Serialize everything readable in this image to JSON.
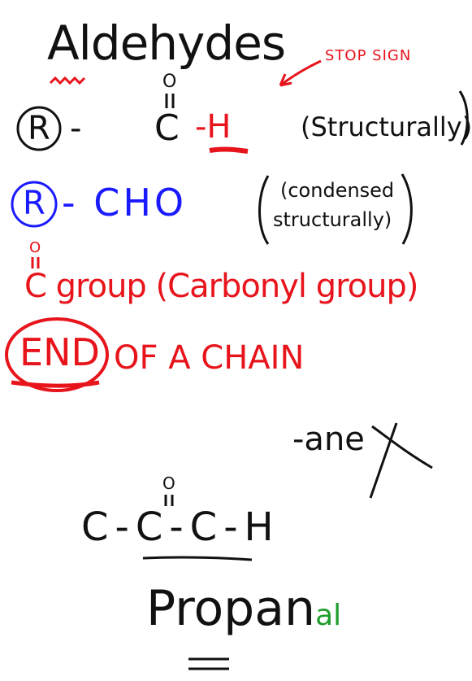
{
  "colors": {
    "ink_black": "#111111",
    "ink_red": "#e8141c",
    "ink_blue": "#1a1aff",
    "ink_green": "#1f9d2a",
    "background": "#ffffff"
  },
  "heading": "Aldehydes",
  "stop_sign_note": "STOP SIGN",
  "structural": {
    "r_group": "R",
    "dash": "-",
    "carbonyl_o": "O",
    "carbonyl_c": "C",
    "hydrogen": "-H",
    "label": "(Structurally)"
  },
  "condensed": {
    "r_group": "R",
    "formula": "- CHO",
    "label_line1": "(condensed",
    "label_line2": "structurally)"
  },
  "carbonyl_note": {
    "o": "O",
    "text": "C group (Carbonyl group)"
  },
  "end_of_chain": {
    "circled": "END",
    "rest": "OF A CHAIN"
  },
  "suffix_note": "-ane",
  "example": {
    "o": "O",
    "structure": "C-C-C-H",
    "name_base": "Propan",
    "name_suffix": "al"
  }
}
